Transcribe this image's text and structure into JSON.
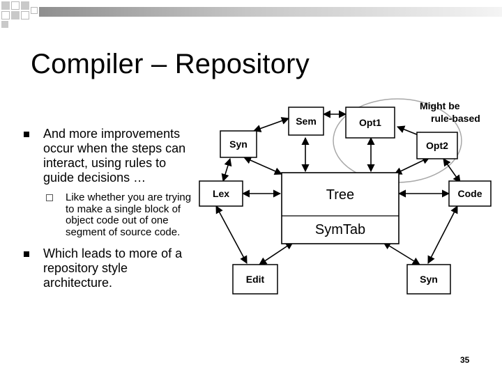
{
  "slide": {
    "title": "Compiler – Repository",
    "page_number": "35"
  },
  "bullets": [
    {
      "text": "And more improvements occur when the steps can interact, using rules to guide decisions …",
      "sub": "Like whether you are trying to make a single block of object code out of one segment of source code."
    },
    {
      "text": "Which leads to more of a repository style architecture."
    }
  ],
  "diagram": {
    "center_top": "Tree",
    "center_bottom": "SymTab",
    "nodes": [
      "Sem",
      "Opt1",
      "Syn",
      "Opt2",
      "Lex",
      "Code",
      "Edit",
      "Syn"
    ],
    "annotation": [
      "Might be",
      "rule-based"
    ]
  },
  "colors": {
    "header_dark": "#8f8f8f",
    "header_light": "#f4f4f4",
    "oval": "#a8a8a8"
  }
}
